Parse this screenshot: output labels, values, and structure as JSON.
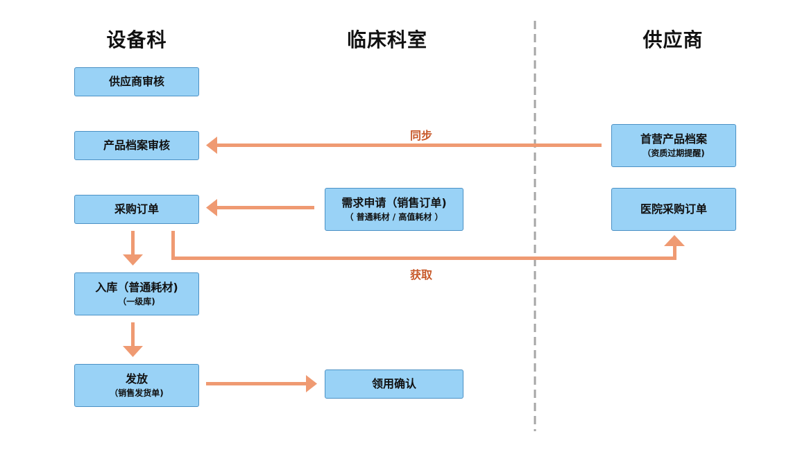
{
  "columns": {
    "equipment": "设备科",
    "clinical": "临床科室",
    "supplier": "供应商"
  },
  "boxes": {
    "supplier_review": {
      "main": "供应商审核"
    },
    "product_file_review": {
      "main": "产品档案审核"
    },
    "purchase_order": {
      "main": "采购订单"
    },
    "stock_in": {
      "main": "入库（普通耗材)",
      "sub": "（一级库)"
    },
    "dispatch": {
      "main": "发放",
      "sub": "（销售发货单)"
    },
    "requisition": {
      "main": "需求申请（销售订单)",
      "sub": "（ 普通耗材 / 高值耗材 ）"
    },
    "receipt_confirm": {
      "main": "领用确认"
    },
    "first_product_file": {
      "main": "首营产品档案",
      "sub": "（资质过期提醒)"
    },
    "hospital_order": {
      "main": "医院采购订单"
    }
  },
  "edge_labels": {
    "sync": "同步",
    "fetch": "获取"
  },
  "colors": {
    "box_fill": "#99d2f6",
    "box_border": "#4a90c4",
    "arrow": "#ef9a72",
    "label": "#c8592a",
    "divider": "#a6a6a6"
  }
}
